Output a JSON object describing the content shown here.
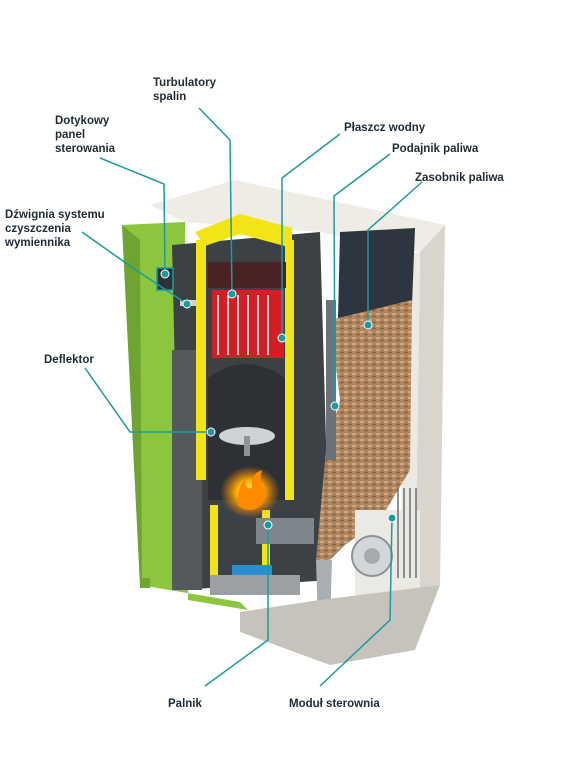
{
  "colors": {
    "leader": "#1b9aa0",
    "casing_green": "#8cc63f",
    "casing_white": "#e7e4de",
    "insulation_yellow": "#f2e415",
    "exchanger_red": "#d21f26",
    "pellets": "#b8906a",
    "steel_dark": "#3c4146"
  },
  "labels": {
    "turbulatory": [
      "Turbulatory",
      "spalin"
    ],
    "panel": [
      "Dotykowy",
      "panel",
      "sterowania"
    ],
    "dzwignia": [
      "Dźwignia systemu",
      "czyszczenia",
      "wymiennika"
    ],
    "deflektor": [
      "Deflektor"
    ],
    "plaszcz": [
      "Płaszcz wodny"
    ],
    "podajnik": [
      "Podajnik paliwa"
    ],
    "zasobnik": [
      "Zasobnik paliwa"
    ],
    "palnik": [
      "Palnik"
    ],
    "modul": [
      "Moduł sterownia"
    ]
  },
  "icons": {
    "leader_end": "dot-marker-icon",
    "flame": "flame-icon",
    "fan": "fan-icon"
  }
}
